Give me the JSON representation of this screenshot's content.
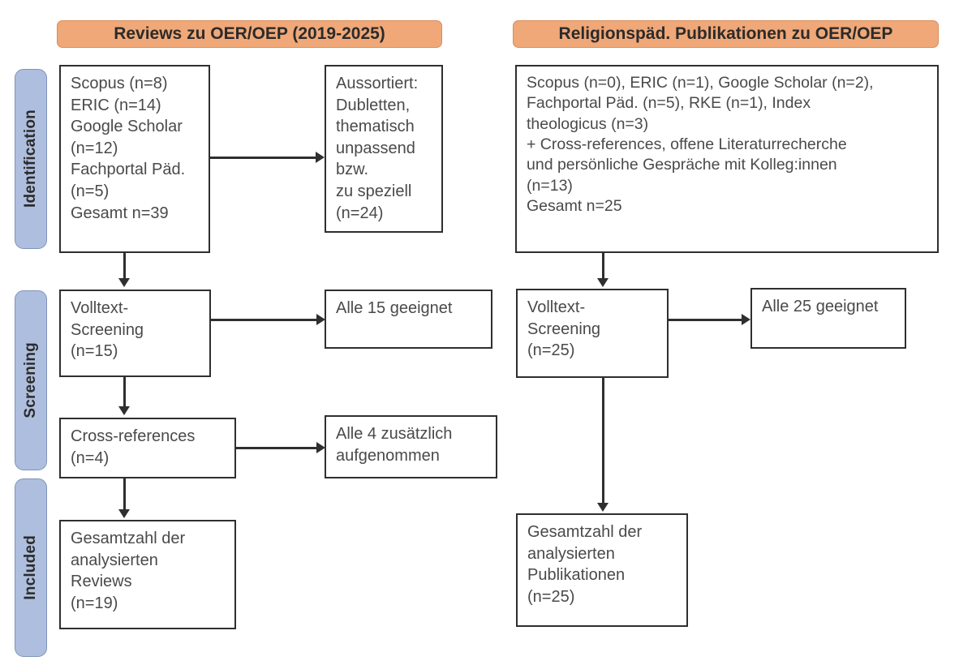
{
  "figure": {
    "type": "prisma-flow-diagram",
    "colors": {
      "header_fill": "#F0A878",
      "stage_fill": "#AEBEDE",
      "box_border": "#2F2F2F",
      "text": "#4A4A4A"
    }
  },
  "stages": [
    {
      "label": "Identification"
    },
    {
      "label": "Screening"
    },
    {
      "label": "Included"
    }
  ],
  "columns": [
    {
      "header": "Reviews zu OER/OEP (2019-2025)"
    },
    {
      "header": "Religionspäd. Publikationen zu OER/OEP"
    }
  ],
  "left_column": {
    "identification_sources": "Scopus (n=8)\nERIC (n=14)\nGoogle Scholar\n(n=12)\nFachportal Päd.\n(n=5)\nGesamt n=39",
    "excluded": "Aussortiert:\nDubletten,\nthematisch\nunpassend bzw.\nzu speziell\n(n=24)",
    "fulltext_screening": "Volltext-\nScreening\n(n=15)",
    "fulltext_result": "Alle 15 geeignet",
    "cross_references": "Cross-references\n(n=4)",
    "cross_references_result": "Alle 4 zusätzlich\naufgenommen",
    "included_total": "Gesamtzahl der\nanalysierten\nReviews\n(n=19)"
  },
  "right_column": {
    "identification_sources": "Scopus (n=0), ERIC (n=1), Google Scholar (n=2),\nFachportal Päd. (n=5), RKE (n=1), Index\ntheologicus (n=3)\n+ Cross-references, offene Literaturrecherche\nund persönliche Gespräche mit Kolleg:innen\n(n=13)\nGesamt n=25",
    "fulltext_screening": "Volltext-\nScreening\n(n=25)",
    "fulltext_result": "Alle 25 geeignet",
    "included_total": "Gesamtzahl der\nanalysierten\nPublikationen\n(n=25)"
  },
  "counts": {
    "left_scopus": 8,
    "left_eric": 14,
    "left_google_scholar": 12,
    "left_fachportal": 5,
    "left_total_identified": 39,
    "left_excluded": 24,
    "left_fulltext_screened": 15,
    "left_fulltext_eligible": 15,
    "left_cross_references": 4,
    "left_cross_references_added": 4,
    "left_included": 19,
    "right_scopus": 0,
    "right_eric": 1,
    "right_google_scholar": 2,
    "right_fachportal": 5,
    "right_rke": 1,
    "right_index_theologicus": 3,
    "right_additional": 13,
    "right_total_identified": 25,
    "right_fulltext_screened": 25,
    "right_fulltext_eligible": 25,
    "right_included": 25
  }
}
